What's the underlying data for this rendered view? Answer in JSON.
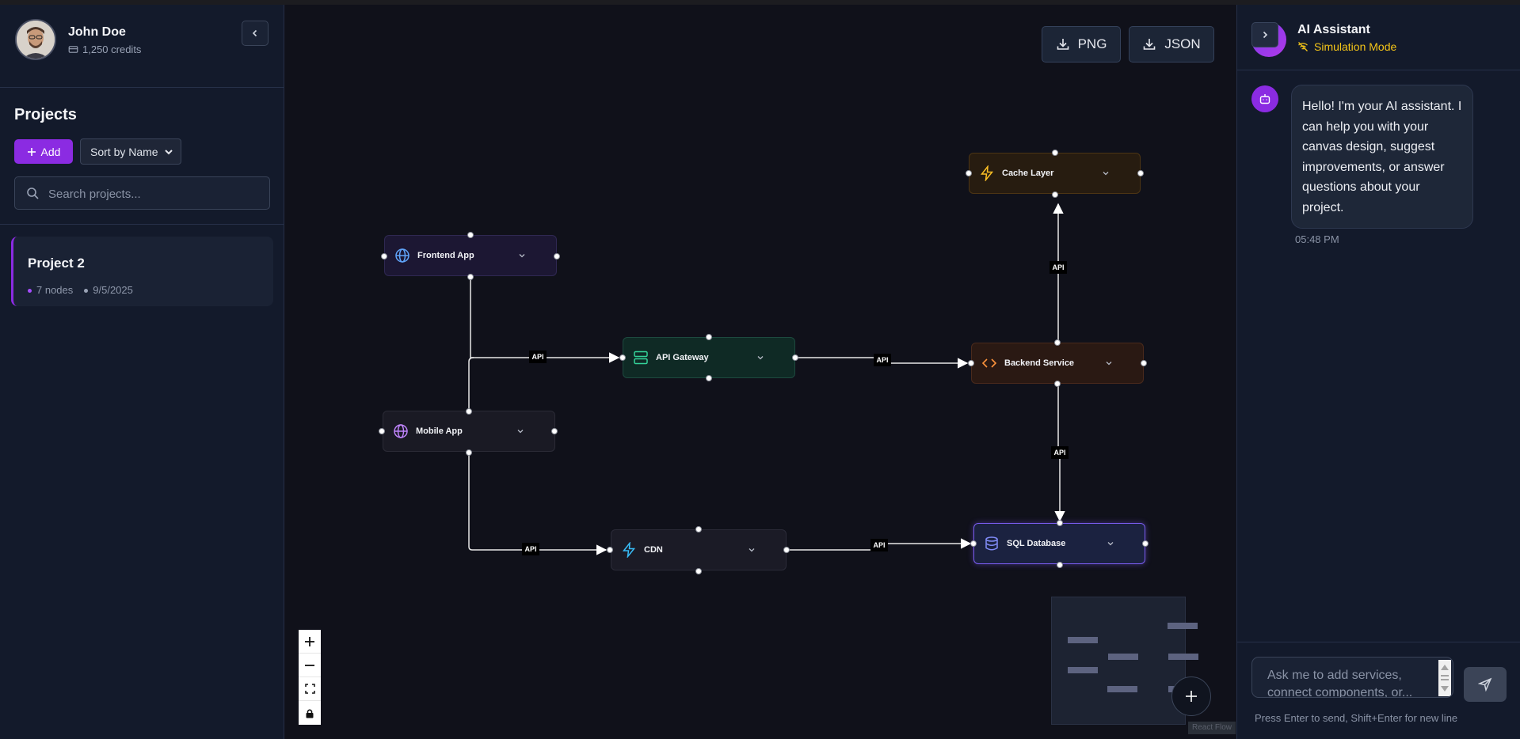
{
  "user": {
    "name": "John Doe",
    "credits": "1,250 credits"
  },
  "sidebar": {
    "title": "Projects",
    "add_label": "Add",
    "sort_options": [
      "Sort by Name"
    ],
    "sort_value": "Sort by Name",
    "search_placeholder": "Search projects...",
    "projects": [
      {
        "name": "Project 2",
        "nodes": "7 nodes",
        "date": "9/5/2025",
        "nodes_dot_color": "#a64dff",
        "date_dot_color": "#9aa3b6"
      }
    ]
  },
  "toolbar": {
    "png_label": "PNG",
    "json_label": "JSON"
  },
  "canvas": {
    "nodes": {
      "frontend": {
        "label": "Frontend App",
        "icon": "globe-icon",
        "color": "#60a5fa"
      },
      "mobile": {
        "label": "Mobile App",
        "icon": "globe-icon",
        "color": "#c084fc"
      },
      "gateway": {
        "label": "API Gateway",
        "icon": "server-icon",
        "color": "#34d399"
      },
      "cdn": {
        "label": "CDN",
        "icon": "lightning-icon",
        "color": "#38bdf8"
      },
      "backend": {
        "label": "Backend Service",
        "icon": "code-icon",
        "color": "#fb923c"
      },
      "cache": {
        "label": "Cache Layer",
        "icon": "lightning-icon",
        "color": "#fbbf24"
      },
      "database": {
        "label": "SQL Database",
        "icon": "database-icon",
        "color": "#818cf8"
      }
    },
    "edge_labels": [
      "API",
      "API",
      "API",
      "API",
      "API",
      "API"
    ],
    "attribution": "React Flow"
  },
  "assistant": {
    "title": "AI Assistant",
    "mode": "Simulation Mode",
    "messages": [
      {
        "text": "Hello! I'm your AI assistant. I can help you with your canvas design, suggest improvements, or answer questions about your project.",
        "time": "05:48 PM"
      }
    ],
    "input_placeholder": "Ask me to add services, connect components, or...",
    "hint": "Press Enter to send, Shift+Enter for new line"
  },
  "colors": {
    "accent": "#8b2be2",
    "warning": "#f5c518"
  }
}
